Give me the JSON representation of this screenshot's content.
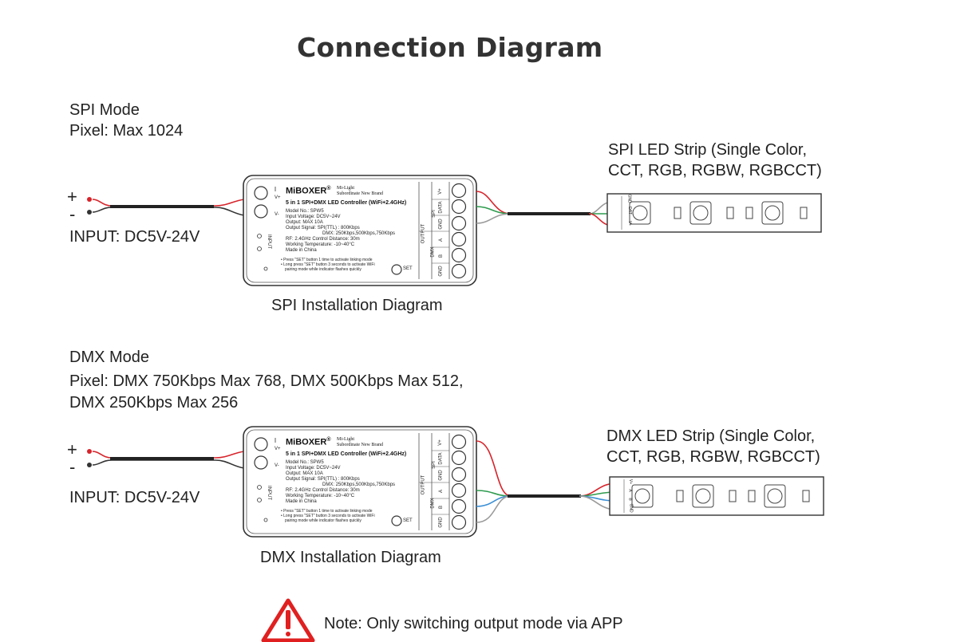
{
  "title": "Connection Diagram",
  "spi": {
    "mode_line1": "SPI Mode",
    "mode_line2": "Pixel: Max 1024",
    "plus": "+",
    "minus": "-",
    "input": "INPUT: DC5V-24V",
    "strip_line1": "SPI LED Strip (Single Color,",
    "strip_line2": "CCT, RGB, RGBW, RGBCCT)",
    "caption": "SPI Installation Diagram"
  },
  "dmx": {
    "mode_line1": "DMX Mode",
    "mode_line2": "Pixel: DMX 750Kbps Max 768, DMX 500Kbps Max 512,",
    "mode_line3": "DMX 250Kbps Max 256",
    "plus": "+",
    "minus": "-",
    "input": "INPUT: DC5V-24V",
    "strip_line1": "DMX LED Strip (Single Color,",
    "strip_line2": "CCT, RGB, RGBW, RGBCCT)",
    "caption": "DMX Installation Diagram"
  },
  "controller": {
    "brand": "MiBOXER",
    "reg": "®",
    "brand2_line1": "Mi-Light",
    "brand2_line2": "Subordinate New Brand",
    "product": "5 in 1 SPI+DMX LED Controller (WiFi+2.4GHz)",
    "spec1": "Model No.: SPW5",
    "spec2": "Input Voltage: DC5V~24V",
    "spec3": "Output: MAX 10A",
    "spec4": "Output Signal: SPI(TTL) : 800Kbps",
    "spec5": "DMX: 250Kbps,500Kbps,750Kbps",
    "spec6": "RF: 2.4GHz  Control Distance: 30m",
    "spec7": "Working Temperature: -10~40°C",
    "spec8": "Made in China",
    "note1": "Press \"SET\" button 1 time to activate linking mode",
    "note2": "Long press \"SET\" button 3 seconds to activate WiFi",
    "note3": "pairing mode while indicator flashes quickly",
    "set": "SET",
    "input_label": "INPUT",
    "vplus": "V+",
    "vminus": "V-",
    "output_label": "OUTPUT",
    "spi_label": "SPI",
    "dmx_label": "DMX",
    "pin_vplus": "V+",
    "pin_data": "DATA",
    "pin_gnd": "GND",
    "pin_a": "A",
    "pin_b": "B",
    "pin_gnd2": "GND"
  },
  "strip_pins": {
    "spi": [
      "GND",
      "DAT",
      "V+"
    ],
    "dmx": [
      "V+",
      "A",
      "B",
      "GND"
    ]
  },
  "note": "Note: Only switching output mode via APP",
  "colors": {
    "red_wire": "#d8232a",
    "green_wire": "#2e9b4e",
    "blue_wire": "#3a8fd6",
    "gray_wire": "#9a9a9a",
    "warning": "#e02020"
  }
}
